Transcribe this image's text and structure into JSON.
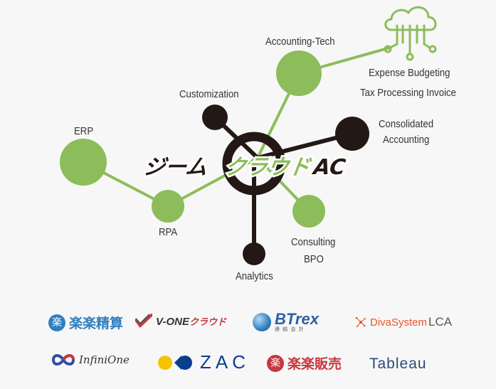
{
  "diagram": {
    "center": {
      "brand_dark": "ジーム",
      "brand_green": "クラウド",
      "brand_suffix": "AC"
    },
    "nodes": {
      "accounting_tech": "Accounting-Tech",
      "customization": "Customization",
      "erp": "ERP",
      "rpa": "RPA",
      "analytics": "Analytics",
      "consolidated_line1": "Consolidated",
      "consolidated_line2": "Accounting",
      "consulting_line1": "Consulting",
      "consulting_line2": "BPO",
      "expense_budgeting": "Expense Budgeting",
      "tax_processing_invoice": "Tax Processing Invoice"
    },
    "icons": {
      "cloud": "cloud-network-icon"
    }
  },
  "logos": {
    "rakuten_seisan": "楽楽精算",
    "v_one_prefix": "V-ONE",
    "v_one_suffix": "クラウド",
    "btrex": "BTrex",
    "btrex_sub": "連 結 会 計",
    "divasystem": "DivaSystem",
    "divasystem_suffix": "LCA",
    "infinione": "InfiniOne",
    "zac": "ZAC",
    "rakuten_hanbai": "楽楽販売",
    "tableau": "Tableau"
  },
  "colors": {
    "green": "#8dbd5a",
    "dark": "#231815",
    "line_green": "#8dbd5a",
    "text": "#333333",
    "rakuraku_blue": "#2f7fc1",
    "rakuraku_red": "#c8373f",
    "zac_blue": "#0a3f8e",
    "zac_yellow": "#f5c400",
    "tableau_blue": "#2a4a7a"
  }
}
